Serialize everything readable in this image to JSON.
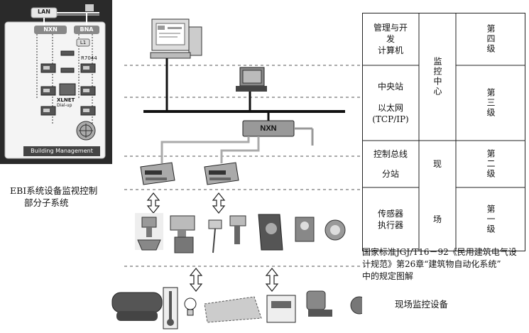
{
  "left_panel": {
    "lan": "LAN",
    "col1": "NXN",
    "col2": "BNA",
    "l1": "L1",
    "r7044": "R7044",
    "xlnet_line1": "XLNET",
    "xlnet_line2": "Dial-up",
    "footer": "Building Management",
    "caption_line1": "EBI系统设备监视控制",
    "caption_line2": "部分子系统"
  },
  "center": {
    "nxn_label": "NXN"
  },
  "table": {
    "rows": [
      {
        "lines": [
          "管理与开",
          "发",
          "计算机"
        ]
      },
      {
        "lines": [
          "中央站",
          "",
          "以太网",
          "(TCP/IP)"
        ]
      },
      {
        "lines": [
          "控制总线",
          "",
          "分站"
        ]
      },
      {
        "lines": [
          "传感器",
          "执行器"
        ]
      }
    ],
    "center_top": "监控中心",
    "center_mid": "现",
    "center_bottom": "场",
    "levels": [
      "第四级",
      "第三级",
      "第二级",
      "第一级"
    ]
  },
  "standard_note": {
    "line1": "国家标准JGJ/T16－92《民用建筑电气设",
    "line2": "计规范》第26章“建筑物自动化系统”",
    "line3": "中的规定图解"
  },
  "field_label": "现场监控设备"
}
